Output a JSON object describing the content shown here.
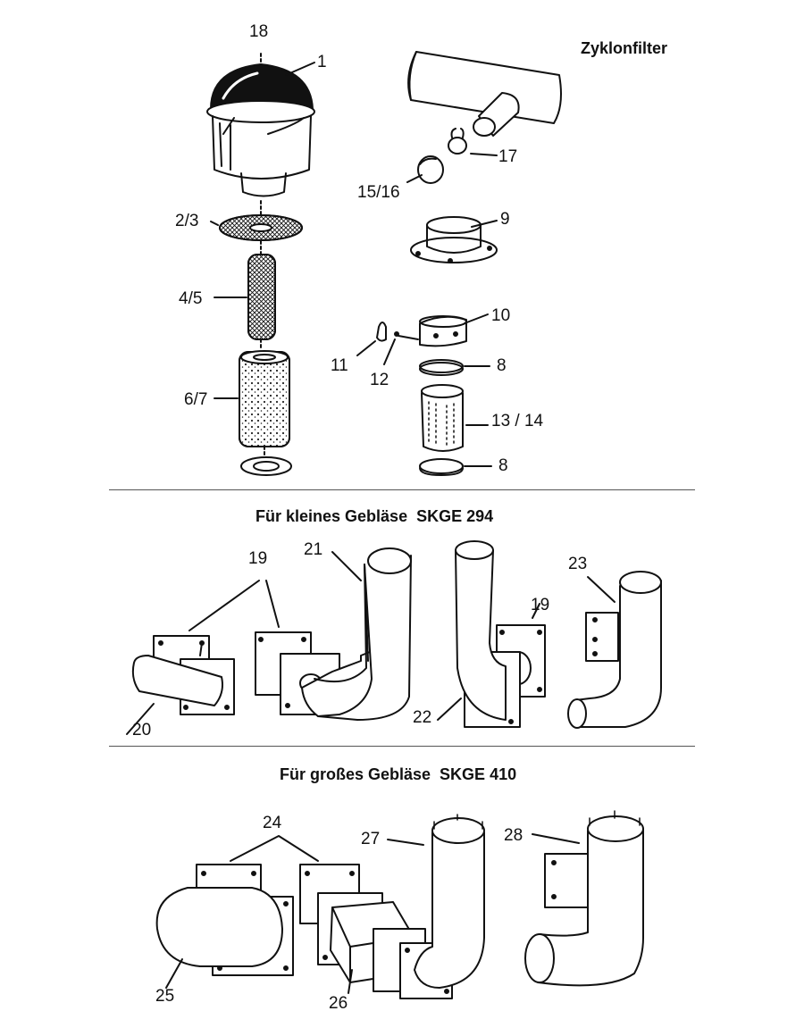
{
  "title": "Zyklonfilter",
  "section_small": "Für kleines Gebläse  SKGE 294",
  "section_large": "Für großes Gebläse  SKGE 410",
  "labels": {
    "p1": "1",
    "p18": "18",
    "p2_3": "2/3",
    "p4_5": "4/5",
    "p6_7": "6/7",
    "p15_16": "15/16",
    "p17": "17",
    "p9": "9",
    "p10": "10",
    "p11": "11",
    "p12": "12",
    "p8a": "8",
    "p13_14": "13 / 14",
    "p8b": "8",
    "p19a": "19",
    "p21": "21",
    "p19b": "19",
    "p23": "23",
    "p20": "20",
    "p22": "22",
    "p24": "24",
    "p27": "27",
    "p28": "28",
    "p25": "25",
    "p26": "26"
  }
}
